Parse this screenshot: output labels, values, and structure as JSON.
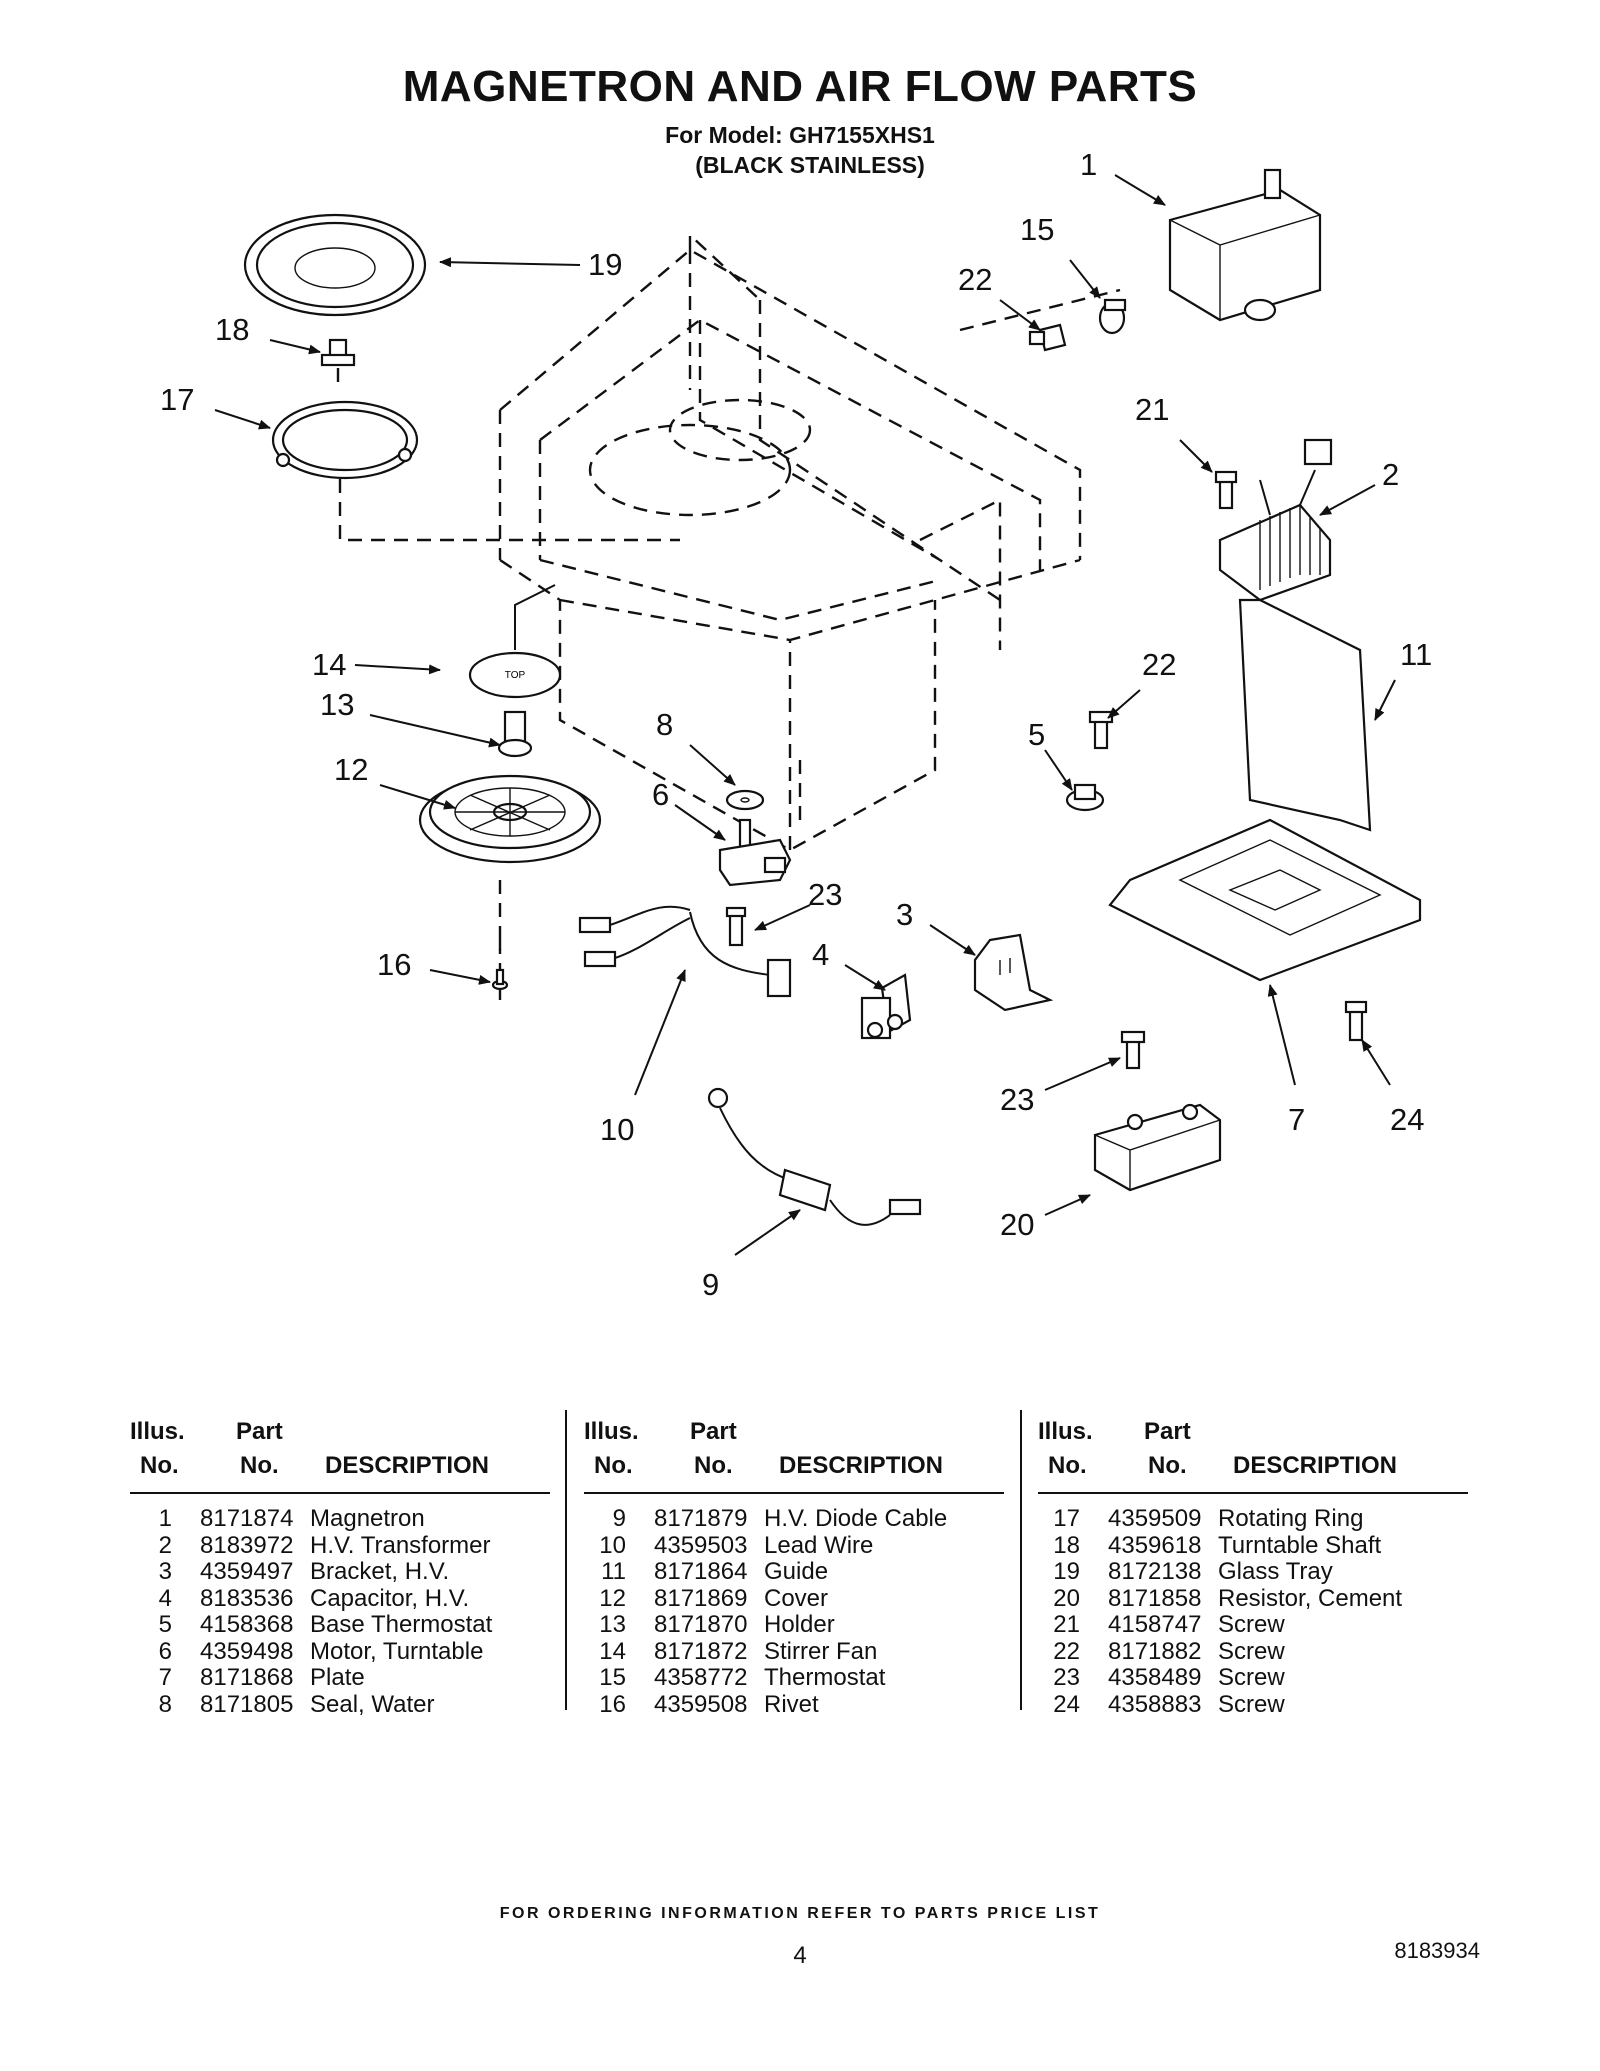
{
  "header": {
    "title": "MAGNETRON AND AIR FLOW PARTS",
    "model_line": "For Model: GH7155XHS1",
    "finish_line": "(BLACK STAINLESS)"
  },
  "diagram": {
    "callouts": [
      "1",
      "2",
      "3",
      "4",
      "5",
      "6",
      "7",
      "8",
      "9",
      "10",
      "11",
      "12",
      "13",
      "14",
      "15",
      "16",
      "17",
      "18",
      "19",
      "20",
      "21",
      "22",
      "22",
      "23",
      "23",
      "24"
    ],
    "lid_text": "TOP"
  },
  "table": {
    "headers": {
      "illus_1": "Illus.",
      "illus_2": "No.",
      "part_1": "Part",
      "part_2": "No.",
      "desc": "DESCRIPTION"
    },
    "columns": [
      [
        {
          "no": "1",
          "part": "8171874",
          "desc": "Magnetron"
        },
        {
          "no": "2",
          "part": "8183972",
          "desc": "H.V. Transformer"
        },
        {
          "no": "3",
          "part": "4359497",
          "desc": "Bracket, H.V."
        },
        {
          "no": "4",
          "part": "8183536",
          "desc": "Capacitor, H.V."
        },
        {
          "no": "5",
          "part": "4158368",
          "desc": "Base Thermostat"
        },
        {
          "no": "6",
          "part": "4359498",
          "desc": "Motor, Turntable"
        },
        {
          "no": "7",
          "part": "8171868",
          "desc": "Plate"
        },
        {
          "no": "8",
          "part": "8171805",
          "desc": "Seal, Water"
        }
      ],
      [
        {
          "no": "9",
          "part": "8171879",
          "desc": "H.V. Diode Cable"
        },
        {
          "no": "10",
          "part": "4359503",
          "desc": "Lead Wire"
        },
        {
          "no": "11",
          "part": "8171864",
          "desc": "Guide"
        },
        {
          "no": "12",
          "part": "8171869",
          "desc": "Cover"
        },
        {
          "no": "13",
          "part": "8171870",
          "desc": "Holder"
        },
        {
          "no": "14",
          "part": "8171872",
          "desc": "Stirrer Fan"
        },
        {
          "no": "15",
          "part": "4358772",
          "desc": "Thermostat"
        },
        {
          "no": "16",
          "part": "4359508",
          "desc": "Rivet"
        }
      ],
      [
        {
          "no": "17",
          "part": "4359509",
          "desc": "Rotating Ring"
        },
        {
          "no": "18",
          "part": "4359618",
          "desc": "Turntable Shaft"
        },
        {
          "no": "19",
          "part": "8172138",
          "desc": "Glass Tray"
        },
        {
          "no": "20",
          "part": "8171858",
          "desc": "Resistor, Cement"
        },
        {
          "no": "21",
          "part": "4158747",
          "desc": "Screw"
        },
        {
          "no": "22",
          "part": "8171882",
          "desc": "Screw"
        },
        {
          "no": "23",
          "part": "4358489",
          "desc": "Screw"
        },
        {
          "no": "24",
          "part": "4358883",
          "desc": "Screw"
        }
      ]
    ]
  },
  "footer": {
    "ordering_note": "FOR ORDERING INFORMATION REFER TO PARTS PRICE LIST",
    "page_number": "4",
    "document_number": "8183934"
  }
}
